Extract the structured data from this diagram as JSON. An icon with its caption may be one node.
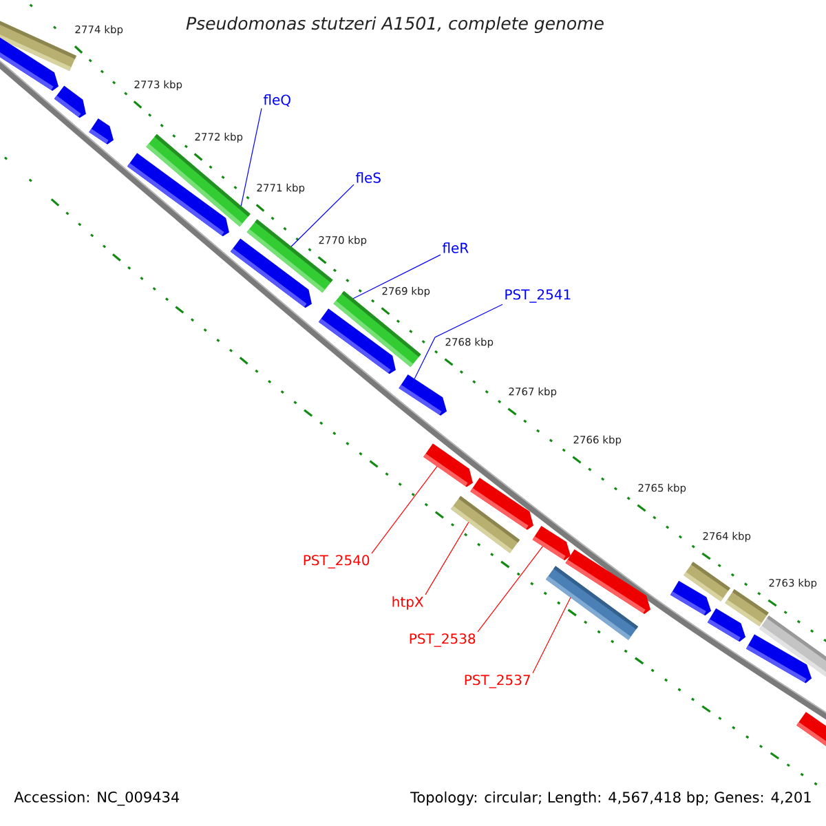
{
  "diagram": {
    "title": "Pseudomonas stutzeri A1501, complete genome",
    "nodes": [
      {
        "text": [
          "fleQ"
        ]
      },
      {
        "text": [],
        "shape": "bar"
      },
      {
        "text": [
          "fleS"
        ]
      },
      {
        "text": [],
        "shape": "bar"
      },
      {
        "text": [
          "fleR"
        ]
      },
      {
        "text": [],
        "shape": "bar"
      },
      {
        "text": [
          "PST_2541"
        ]
      },
      {
        "text": [],
        "shape": "arrow"
      },
      {
        "text": [
          "PST_2540"
        ]
      },
      {
        "text": [],
        "shape": "arrow"
      },
      {
        "text": [
          "htpX"
        ]
      },
      {
        "text": [],
        "shape": "bar"
      },
      {
        "text": [
          "PST_2538"
        ]
      },
      {
        "text": [],
        "shape": "arrow"
      },
      {
        "text": [
          "PST_2537"
        ]
      },
      {
        "text": [],
        "shape": "bar"
      },
      {
        "text": [],
        "shape": "bar"
      },
      {
        "text": [],
        "shape": "arrow"
      },
      {
        "text": [],
        "shape": "arrow"
      },
      {
        "text": [],
        "shape": "arrow"
      },
      {
        "text": [],
        "shape": "arrow"
      },
      {
        "text": [],
        "shape": "arrow"
      },
      {
        "text": [],
        "shape": "arrow"
      },
      {
        "text": [],
        "shape": "arrow"
      },
      {
        "text": [],
        "shape": "arrow"
      },
      {
        "text": [],
        "shape": "bar"
      },
      {
        "text": [],
        "shape": "bar"
      },
      {
        "text": [],
        "shape": "arrow"
      },
      {
        "text": [],
        "shape": "arrow"
      },
      {
        "text": [],
        "shape": "arrow"
      },
      {
        "text": [],
        "shape": "bar"
      },
      {
        "text": [],
        "shape": "arrow"
      }
    ],
    "edges": [
      {
        "from": 0,
        "to": 1,
        "arrow": "none"
      },
      {
        "from": 2,
        "to": 3,
        "arrow": "none"
      },
      {
        "from": 4,
        "to": 5,
        "arrow": "none"
      },
      {
        "from": 6,
        "to": 7,
        "arrow": "none"
      },
      {
        "from": 8,
        "to": 9,
        "arrow": "none",
        "color": "#ff0000"
      },
      {
        "from": 10,
        "to": 11,
        "arrow": "none",
        "color": "#ff0000"
      },
      {
        "from": 12,
        "to": 13,
        "arrow": "none",
        "color": "#ff0000"
      },
      {
        "from": 14,
        "to": 15,
        "arrow": "none",
        "color": "#ff0000"
      }
    ],
    "labels": [
      "2774 kbp",
      "2773 kbp",
      "2772 kbp",
      "2771 kbp",
      "2770 kbp",
      "2769 kbp",
      "2768 kbp",
      "2767 kbp",
      "2766 kbp",
      "2765 kbp",
      "2764 kbp",
      "2763 kbp",
      "Accession: NC_009434",
      "Topology: circular; Length: 4,567,418 bp; Genes: 4,201"
    ]
  }
}
